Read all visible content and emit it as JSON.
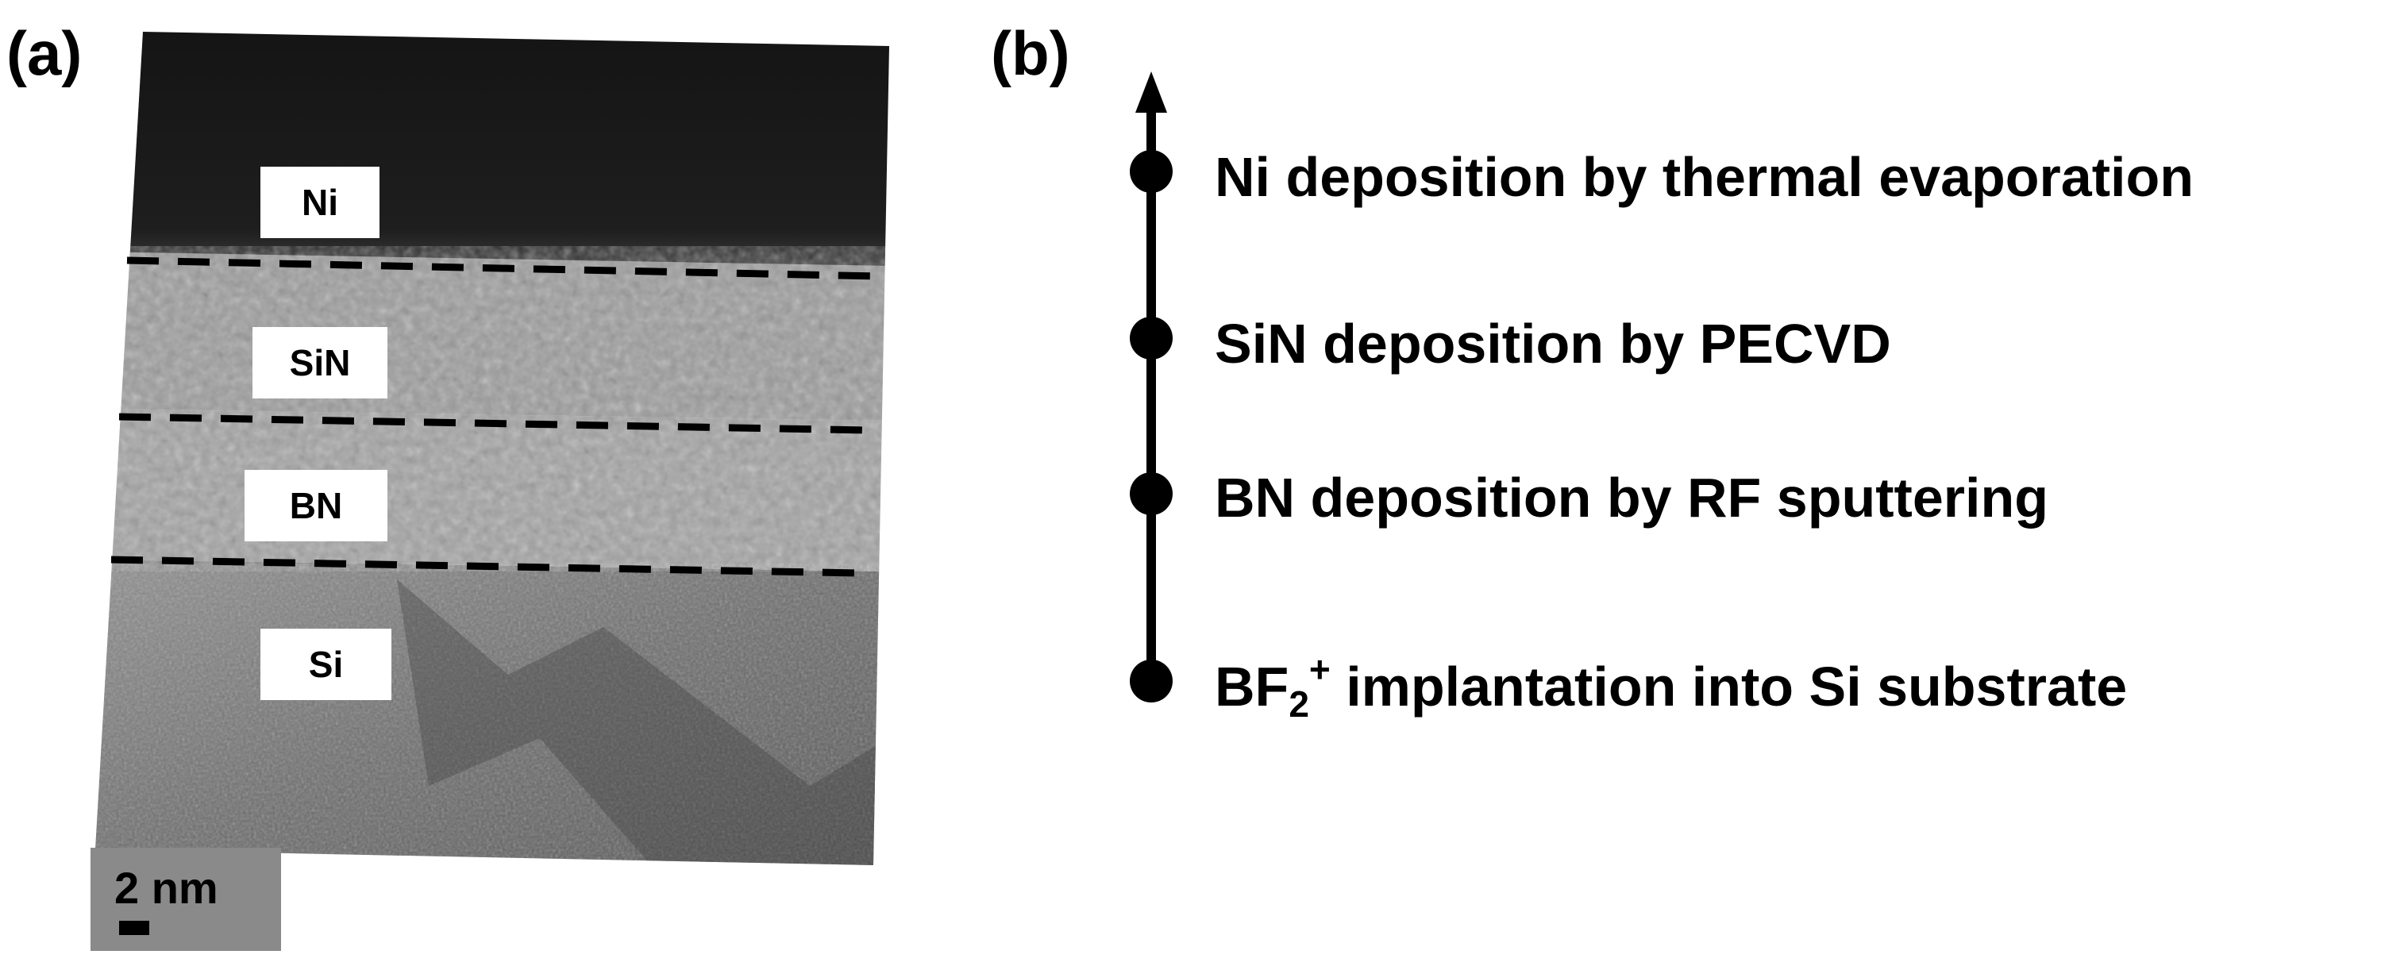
{
  "panel_a": {
    "letter": "(a)",
    "layers": [
      "Ni",
      "SiN",
      "BN",
      "Si"
    ],
    "scale_bar": "2 nm"
  },
  "panel_b": {
    "letter": "(b)",
    "steps": [
      {
        "text": "Ni deposition by thermal evaporation"
      },
      {
        "text": "SiN deposition by PECVD"
      },
      {
        "text": "BN deposition by RF sputtering"
      },
      {
        "prefix": "BF",
        "subscript": "2",
        "superscript": "+",
        "suffix": " implantation into Si substrate"
      }
    ]
  }
}
